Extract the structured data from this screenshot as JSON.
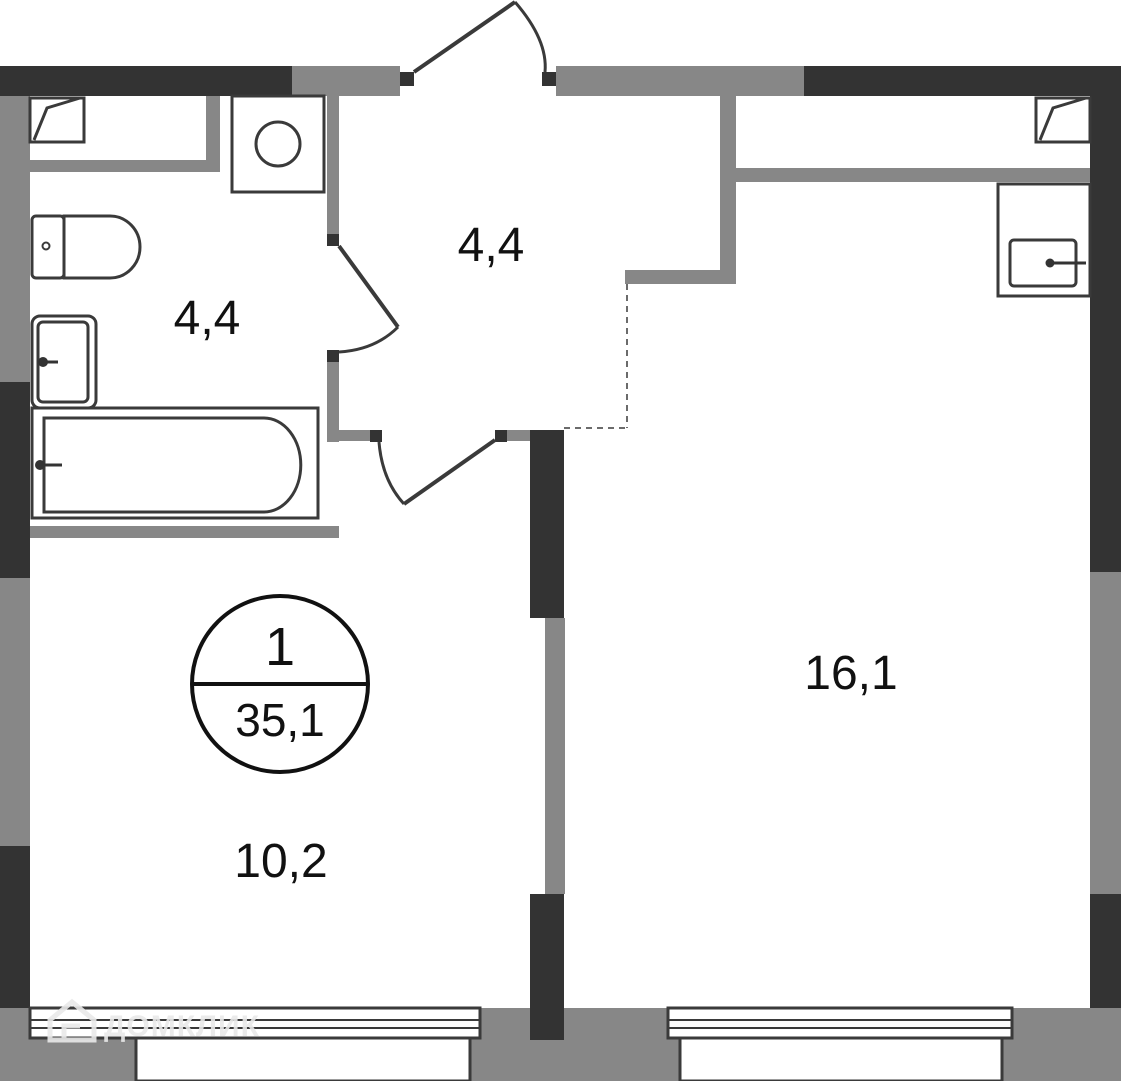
{
  "rooms": {
    "bathroom_area": "4,4",
    "hallway_area": "4,4",
    "kitchen_area": "10,2",
    "living_area": "16,1"
  },
  "summary": {
    "room_count": "1",
    "total_area": "35,1"
  },
  "watermark": {
    "text": "ДОМКЛИК"
  },
  "colors": {
    "wall_dark": "#333333",
    "wall_light": "#878787",
    "line": "#3a3a3a",
    "text": "#111111",
    "watermark": "#e9e9e9"
  },
  "icons": {
    "brand_logo": "house-logo-icon"
  }
}
